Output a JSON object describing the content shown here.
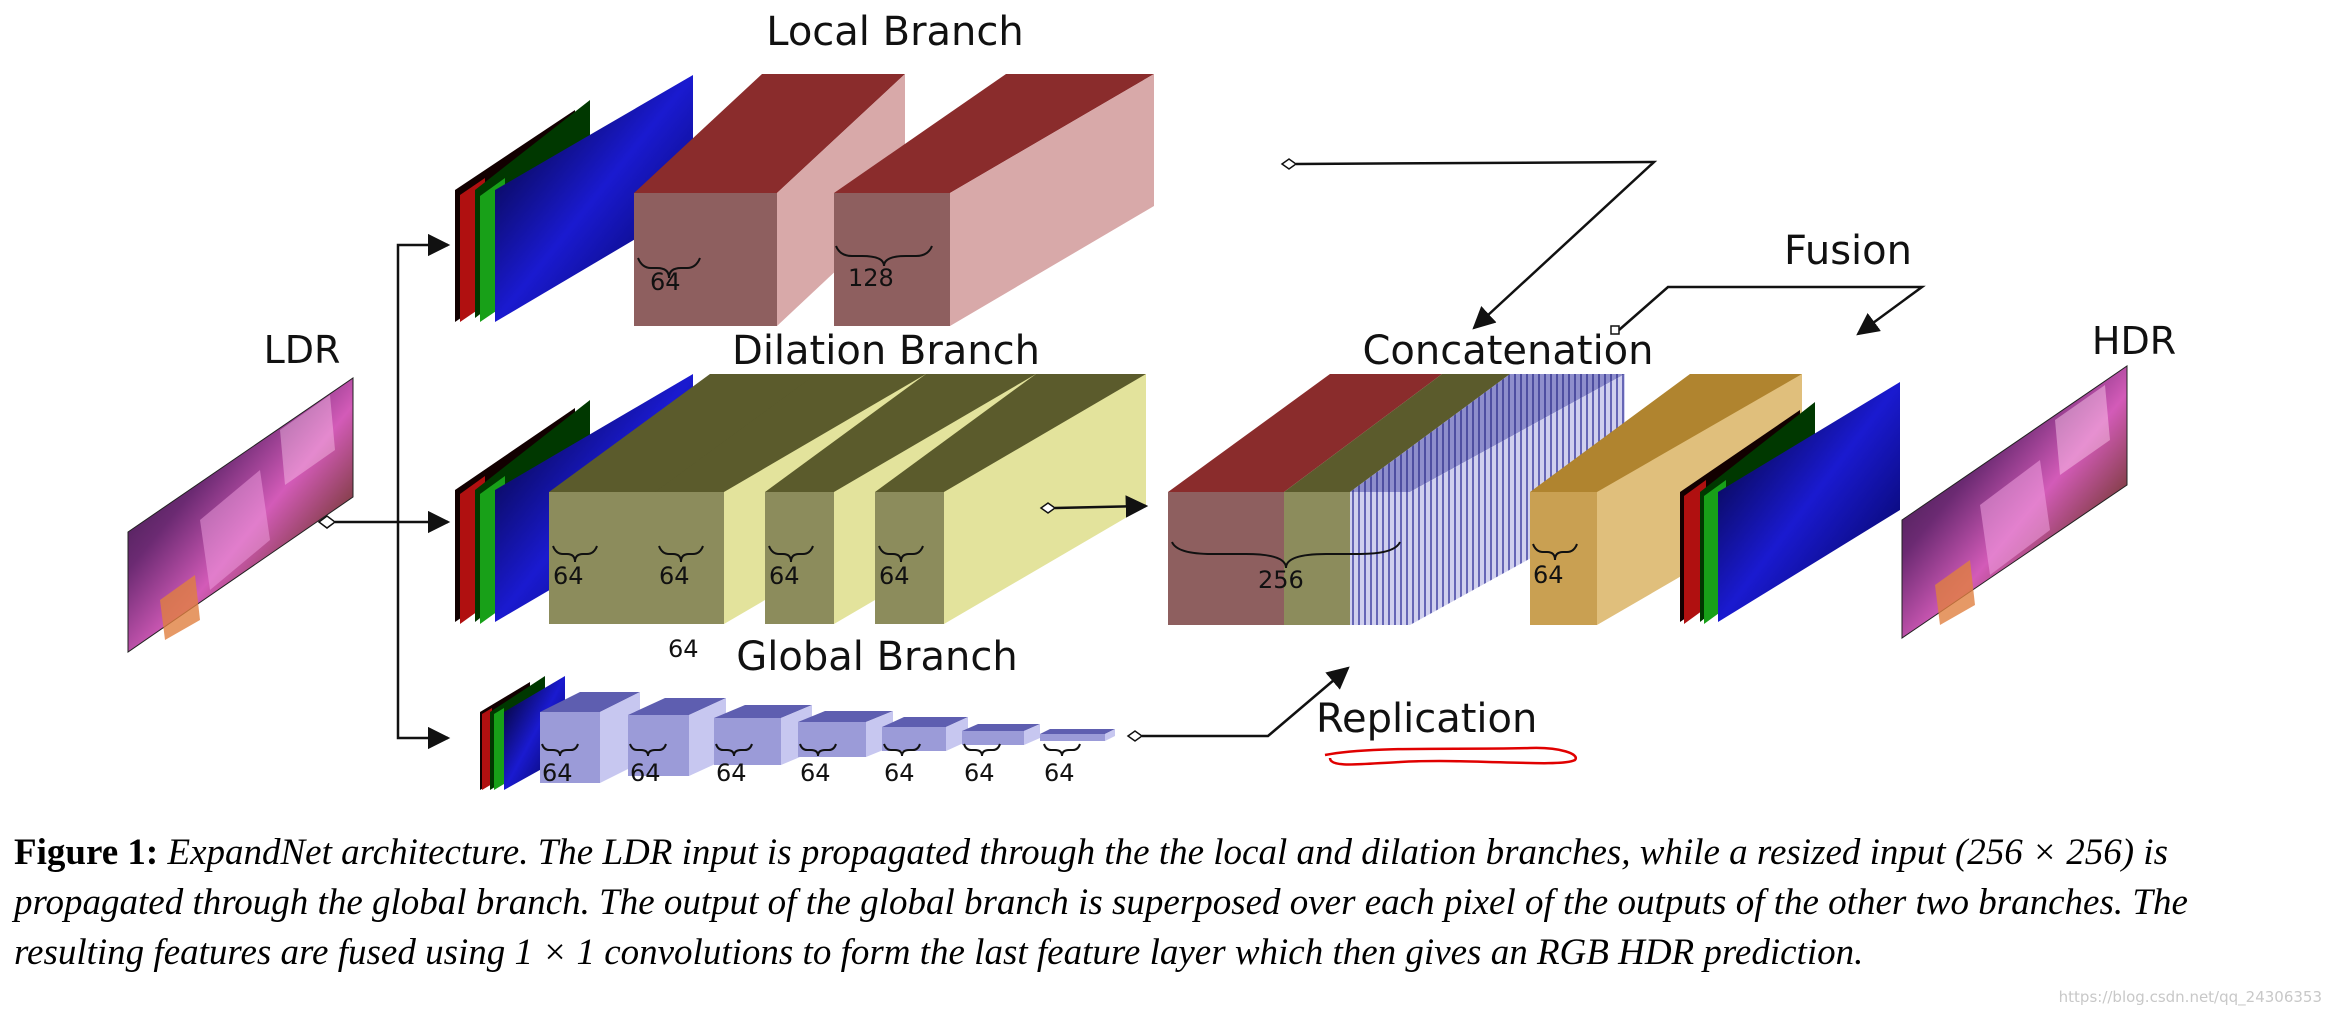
{
  "labels": {
    "local_branch": "Local Branch",
    "dilation_branch": "Dilation Branch",
    "global_branch": "Global Branch",
    "ldr": "LDR",
    "hdr": "HDR",
    "concatenation": "Concatenation",
    "fusion": "Fusion",
    "replication": "Replication"
  },
  "channels": {
    "local_1": "64",
    "local_2": "128",
    "dil_1": "64",
    "dil_2": "64",
    "dil_3": "64",
    "dil_4": "64",
    "dil_below": "64",
    "concat": "256",
    "fusion": "64",
    "glob_1": "64",
    "glob_2": "64",
    "glob_3": "64",
    "glob_4": "64",
    "glob_5": "64",
    "glob_6": "64",
    "glob_7": "64"
  },
  "caption": {
    "label": "Figure 1:",
    "text": "ExpandNet architecture. The LDR input is propagated through the the local and dilation branches, while a resized input (256 × 256) is propagated through the global branch. The output of the global branch is superposed over each pixel of the outputs of the other two branches. The resulting features are fused using 1 × 1 convolutions to form the last feature layer which then gives an RGB HDR prediction."
  },
  "watermark": "https://blog.csdn.net/qq_24306353",
  "colors": {
    "local_front": "#8e5f5f",
    "local_side": "#d8a9a9",
    "local_top": "#8a2c2c",
    "dilation_front": "#8c8c5c",
    "dilation_side": "#e3e39c",
    "dilation_top": "#5b5b2c",
    "global_front": "#9b9bd8",
    "global_side": "#c7c7f0",
    "global_top": "#5e5eb0",
    "fusion_front": "#c9a052",
    "fusion_side": "#e0bf7c",
    "fusion_top": "#b0842f",
    "replication_underline": "#e00000"
  }
}
